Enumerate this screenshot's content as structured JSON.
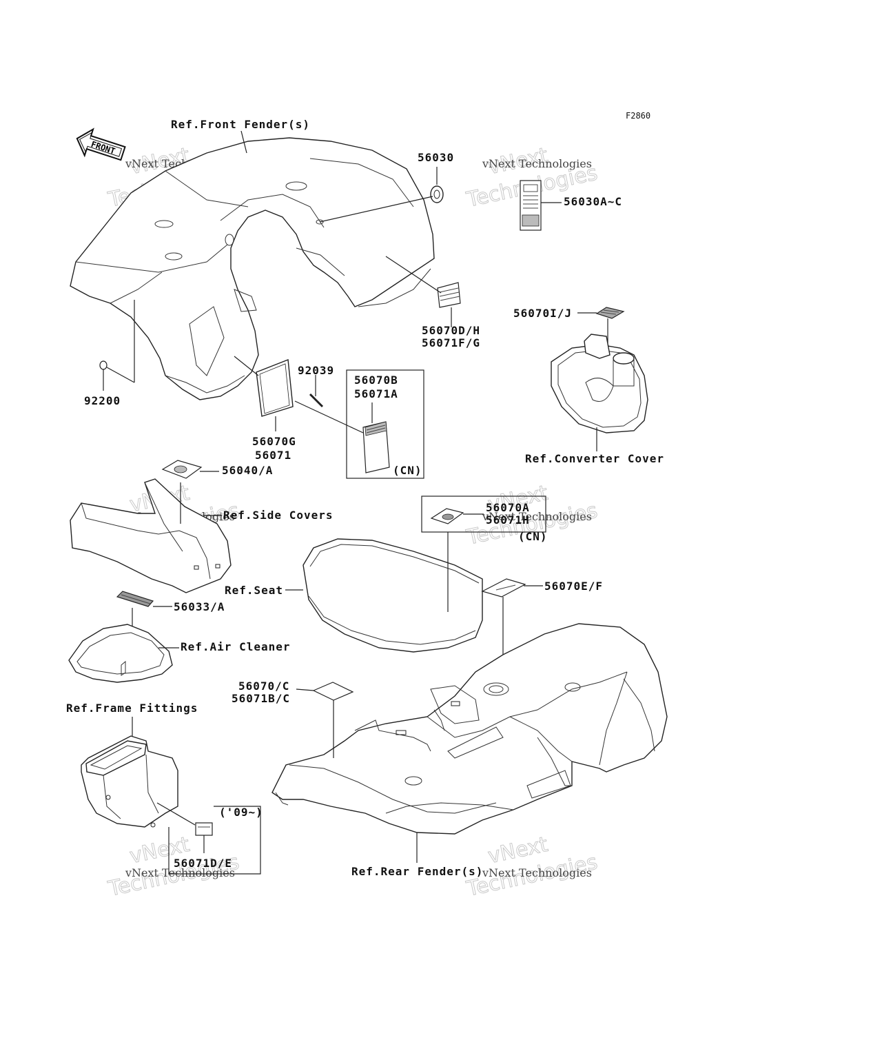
{
  "figure_code": "F2860",
  "front_label": "FRONT",
  "watermark": {
    "line1": "vNext",
    "line2": "Technologies",
    "small": "vNext Technologies"
  },
  "callouts": {
    "front_fender": "Ref.Front Fender(s)",
    "p56030": "56030",
    "p56030A": "56030A~C",
    "p56070D": "56070D/H",
    "p56071F": "56071F/G",
    "p56070I": "56070I/J",
    "p92039": "92039",
    "p56070B": "56070B",
    "p56071A": "56071A",
    "cn1": "(CN)",
    "p92200": "92200",
    "p56070G": "56070G",
    "p56071": "56071",
    "converter_cover": "Ref.Converter Cover",
    "p56040": "56040/A",
    "side_covers": "Ref.Side Covers",
    "p56070A": "56070A",
    "p56071H": "56071H",
    "cn2": "(CN)",
    "seat": "Ref.Seat",
    "p56070E": "56070E/F",
    "p56033": "56033/A",
    "air_cleaner": "Ref.Air Cleaner",
    "p56070C": "56070/C",
    "p56071B": "56071B/C",
    "frame_fittings": "Ref.Frame Fittings",
    "year09": "('09~)",
    "p56071D": "56071D/E",
    "rear_fender": "Ref.Rear Fender(s)"
  }
}
